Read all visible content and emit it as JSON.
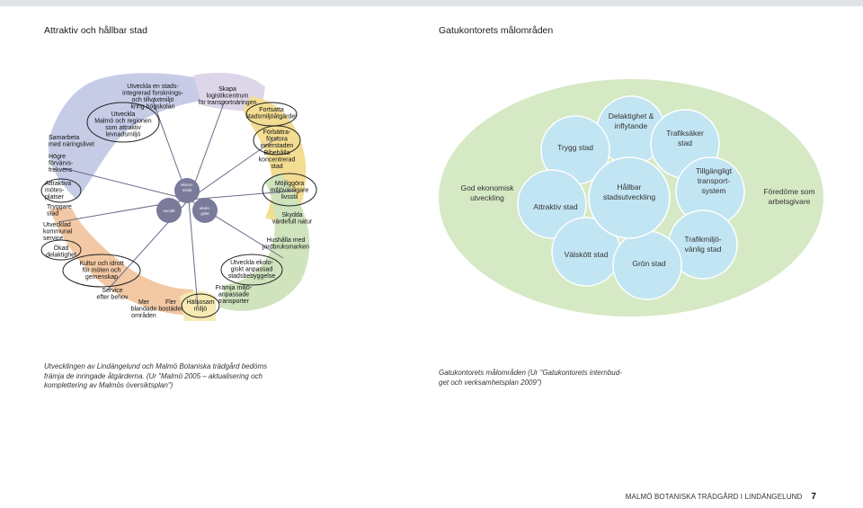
{
  "left": {
    "title": "Attraktiv och hållbar stad",
    "caption": [
      "Utvecklingen av Lindängelund och Malmö Botaniska trädgård bedöms",
      "främja de inringade åtgärderna. (Ur \"Malmö 2005 – aktualisering och",
      "komplettering av Malmös översiktsplan\")"
    ],
    "hub": [
      "ekono-miskt",
      "socialt",
      "ekolo-giskt"
    ],
    "labels": {
      "a1": [
        "Utveckla en stads-",
        "integrerad forsknings-",
        "och tillväxtmiljö",
        "kring högskolan"
      ],
      "a2": [
        "Skapa",
        "logistikcentrum",
        "för transportnäringen"
      ],
      "a3": [
        "Utveckla",
        "Malmö och regionen",
        "som attraktiv",
        "levnadsmiljö"
      ],
      "a4": [
        "Samarbeta",
        "med näringslivet"
      ],
      "a5": [
        "Fortsatta",
        "stadsmiljöåtgärder"
      ],
      "a6": [
        "Förbättra-",
        "förstora",
        "innerstaden"
      ],
      "a7": [
        "Bibehålla",
        "koncentrerad",
        "stad"
      ],
      "a8": [
        "Högre",
        "förvärvs-",
        "frekvens"
      ],
      "a9": [
        "Attraktiva",
        "mötes-",
        "platser"
      ],
      "a10": [
        "Möjliggöra",
        "miljövänligare",
        "livsstil"
      ],
      "a11": [
        "Tryggare",
        "stad"
      ],
      "a12": [
        "Skydda",
        "värdefull natur"
      ],
      "a13": [
        "Utvecklad",
        "kommunal",
        "service"
      ],
      "a14": [
        "Hushålla med",
        "jordbruksmarken"
      ],
      "a15": [
        "Ökad",
        "delaktighet"
      ],
      "a16": [
        "Kultur och idrott",
        "för möten och",
        "gemenskap"
      ],
      "a17": [
        "Utveckla ekolo-",
        "giskt anpassad",
        "stadsbebyggelse"
      ],
      "a18": [
        "Främja miljö-",
        "anpassade",
        "transporter"
      ],
      "a19": [
        "Service",
        "efter behov"
      ],
      "a20": [
        "Mer",
        "blandade",
        "områden"
      ],
      "a21": [
        "Fler",
        "bostäder"
      ],
      "a22": [
        "Hälsosam",
        "miljö"
      ]
    }
  },
  "right": {
    "title": "Gatukontorets målområden",
    "caption": [
      "Gatukontorets målområden (Ur \"Gatukontorets internbud-",
      "get och verksamhetsplan 2009\")"
    ],
    "outer_left": [
      "God ekonomisk",
      "utveckling"
    ],
    "outer_right": [
      "Föredöme som",
      "arbetsgivare"
    ],
    "center": [
      "Hållbar",
      "stadsutveckling"
    ],
    "petals": {
      "p1": [
        "Delaktighet &",
        "inflytande"
      ],
      "p2": [
        "Trafiksäker",
        "stad"
      ],
      "p3": [
        "Trygg stad"
      ],
      "p4": [
        "Tillgängligt",
        "transport-",
        "system"
      ],
      "p5": [
        "Attraktiv stad"
      ],
      "p6": [
        "Trafikmiljö-",
        "vänlig stad"
      ],
      "p7": [
        "Välskött stad"
      ],
      "p8": [
        "Grön stad"
      ]
    }
  },
  "footer": {
    "text": "MALMÖ BOTANISKA TRÄDGÅRD I LINDÄNGELUND",
    "page": "7"
  },
  "colors": {
    "blob_blue": "#c7cce6",
    "blob_orange": "#f2c9a4",
    "blob_yellow": "#f3dd92",
    "blob_green": "#cfe3bd",
    "blob_lilac": "#ddd6ea",
    "ellipse_green": "#d5e9c4",
    "circle_blue": "#c2e5f3"
  }
}
